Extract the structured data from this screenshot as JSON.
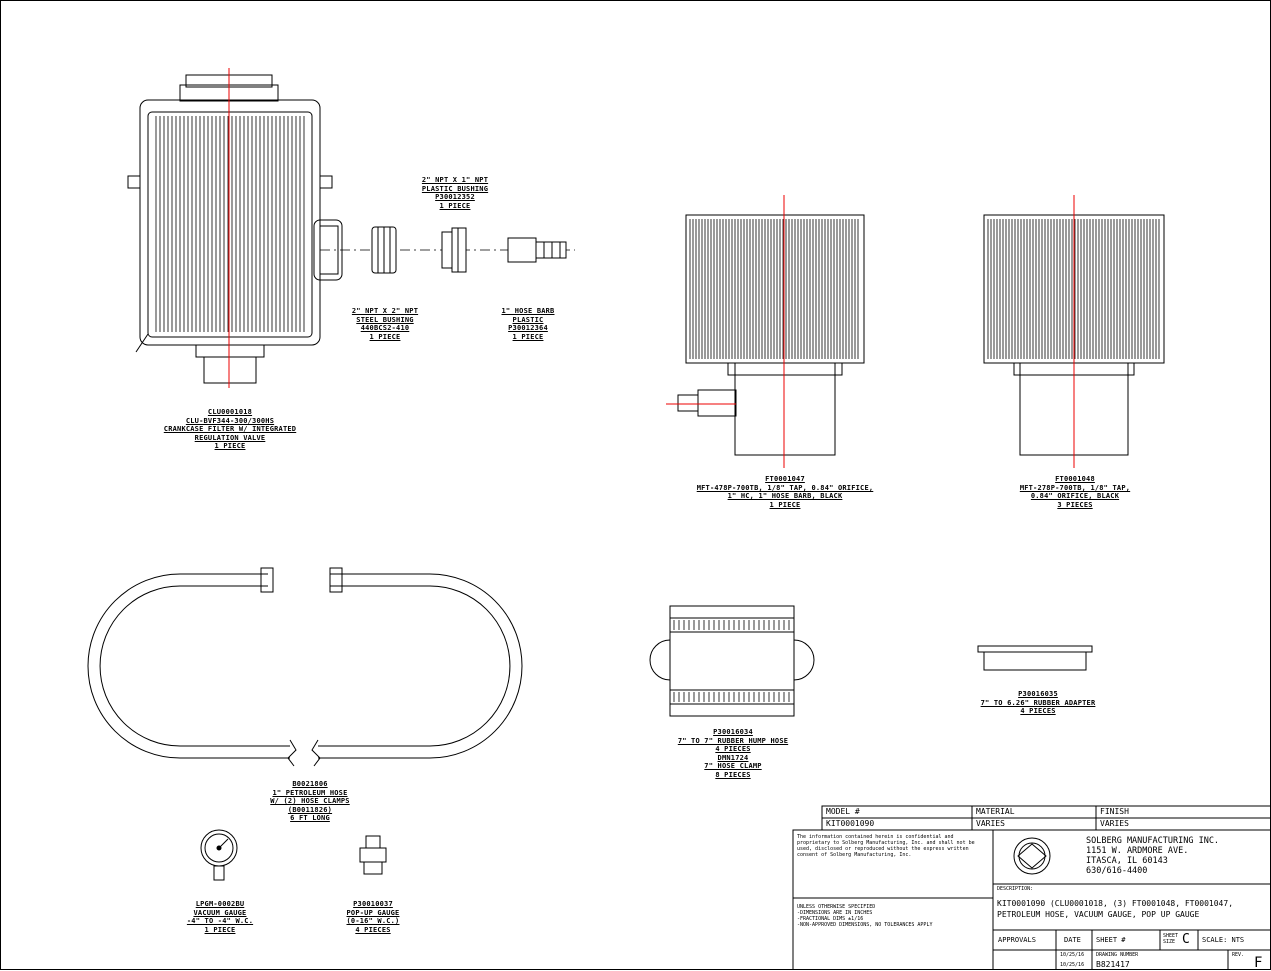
{
  "parts": {
    "filter": {
      "line1": "CLU0001018",
      "line2": "CLU-BVF344-300/300HS",
      "line3": "CRANKCASE FILTER W/ INTEGRATED",
      "line4": "REGULATION VALVE",
      "line5": "1 PIECE"
    },
    "bushing_top": {
      "line1": "2\" NPT X 1\" NPT",
      "line2": "PLASTIC BUSHING",
      "line3": "P30012352",
      "line4": "1 PIECE"
    },
    "bushing_steel": {
      "line1": "2\" NPT X 2\" NPT",
      "line2": "STEEL BUSHING",
      "line3": "440BCS2-410",
      "line4": "1 PIECE"
    },
    "hose_barb": {
      "line1": "1\" HOSE BARB",
      "line2": "PLASTIC",
      "line3": "P30012364",
      "line4": "1 PIECE"
    },
    "filter_1047": {
      "line1": "FT0001047",
      "line2": "MFT-478P-700TB, 1/8\" TAP, 0.84\" ORIFICE,",
      "line3": "1\" HC, 1\" HOSE BARB, BLACK",
      "line4": "1 PIECE"
    },
    "filter_1048": {
      "line1": "FT0001048",
      "line2": "MFT-278P-700TB, 1/8\" TAP,",
      "line3": "0.84\" ORIFICE, BLACK",
      "line4": "3 PIECES"
    },
    "hose": {
      "line1": "B0021806",
      "line2": "1\" PETROLEUM HOSE",
      "line3": "W/ (2) HOSE CLAMPS",
      "line4": "(B0011826)",
      "line5": "6 FT LONG"
    },
    "hump_hose": {
      "line1": "P30016034",
      "line2": "7\" TO 7\" RUBBER HUMP HOSE",
      "line3": "4 PIECES",
      "line4": "DMN1724",
      "line5": "7\" HOSE CLAMP",
      "line6": "8 PIECES"
    },
    "adapter": {
      "line1": "P30016035",
      "line2": "7\" TO 6.26\" RUBBER ADAPTER",
      "line3": "4 PIECES"
    },
    "gauge": {
      "line1": "LPGM-0002BU",
      "line2": "VACUUM GAUGE",
      "line3": "-4\" TO -4\" W.C.",
      "line4": "1 PIECE"
    },
    "popup": {
      "line1": "P30010037",
      "line2": "POP-UP GAUGE",
      "line3": "(0-16\" W.C.)",
      "line4": "4 PIECES"
    }
  },
  "title_block": {
    "model_label": "MODEL #",
    "model_value": "KIT0001090",
    "material_label": "MATERIAL",
    "material_value": "VARIES",
    "finish_label": "FINISH",
    "finish_value": "VARIES",
    "company": "SOLBERG MANUFACTURING INC.",
    "address1": "1151 W. ARDMORE AVE.",
    "address2": "ITASCA, IL 60143",
    "phone": "630/616-4400",
    "description_label": "DESCRIPTION:",
    "description1": "KIT0001090 (CLU0001018, (3) FT0001048, FT0001047,",
    "description2": "PETROLEUM HOSE, VACUUM GAUGE, POP UP GAUGE",
    "approvals": "APPROVALS",
    "date": "DATE",
    "sheet": "SHEET #",
    "size_label": "SHEET SIZE",
    "size_value": "C",
    "scale": "SCALE: NTS",
    "drawing_label": "DRAWING NUMBER",
    "drawing_value": "B821417",
    "rev_label": "REV.",
    "rev_value": "F",
    "date1": "10/25/16",
    "date2": "10/25/16",
    "notice": "The information contained herein is confidential and proprietary to Solberg Manufacturing, Inc. and shall not be used, disclosed or reproduced without the express written consent of Solberg Manufacturing, Inc.",
    "tol1": "UNLESS OTHERWISE SPECIFIED",
    "tol2": "-DIMENSIONS ARE IN INCHES",
    "tol3": "-FRACTIONAL DIMS ±1/16",
    "tol4": "-NON-APPROVED DIMENSIONS, NO TOLERANCES APPLY"
  }
}
